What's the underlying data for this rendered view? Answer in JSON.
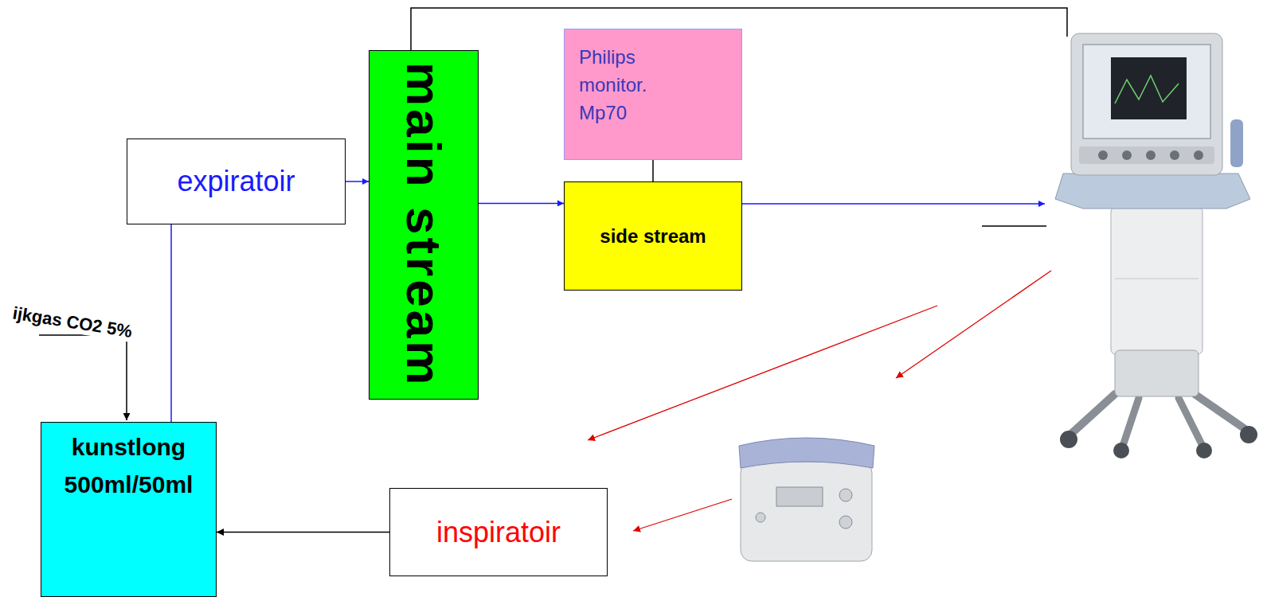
{
  "diagram": {
    "nodes": [
      {
        "text": [
          "expiratoir"
        ]
      },
      {
        "text": [
          "main stream"
        ]
      },
      {
        "text": [
          "Philips monitor. Mp70"
        ]
      },
      {
        "text": [
          "side stream"
        ]
      },
      {
        "text": [
          "kunstlong",
          "500ml/50ml"
        ]
      },
      {
        "text": [
          "inspiratoir"
        ]
      }
    ],
    "edges": [
      {
        "from": 0,
        "to": 1,
        "arrow": "to"
      },
      {
        "from": 1,
        "to": 3,
        "arrow": "to"
      },
      {
        "from": 2,
        "to": 3,
        "arrow": "none"
      },
      {
        "from": 4,
        "to": 0,
        "arrow": "none"
      },
      {
        "from": 5,
        "to": 4,
        "arrow": "to"
      }
    ],
    "labels": [
      "ijkgas CO2 5%"
    ]
  }
}
